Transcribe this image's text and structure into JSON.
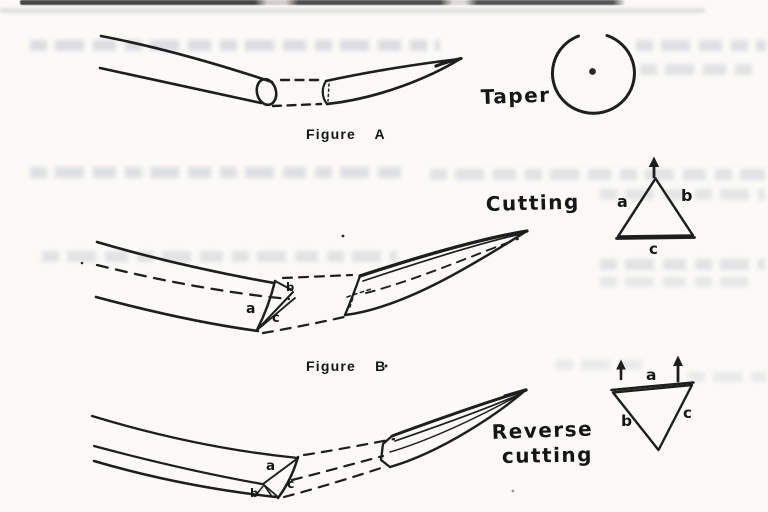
{
  "paper": {
    "background": "#fbfaf7",
    "ink": "#1e1e1e"
  },
  "figure_a": {
    "caption": "Figure A",
    "point_type_label": "Taper",
    "cross_section_shape": "circle-with-center-dot"
  },
  "figure_b": {
    "caption": "Figure B",
    "point_type_label": "Cutting",
    "facet_labels": {
      "a": "a",
      "b": "b",
      "c": "c"
    },
    "cross_section_labels": {
      "a": "a",
      "b": "b",
      "c": "c"
    },
    "cross_section_shape": "triangle-apex-up-with-up-arrow"
  },
  "reverse_cutting": {
    "point_type_label_line1": "Reverse",
    "point_type_label_line2": "cutting",
    "facet_labels": {
      "a": "a",
      "b": "b",
      "c": "c"
    },
    "cross_section_labels": {
      "a": "a",
      "b": "b",
      "c": "c"
    },
    "cross_section_shape": "triangle-apex-down-with-two-up-arrows"
  }
}
